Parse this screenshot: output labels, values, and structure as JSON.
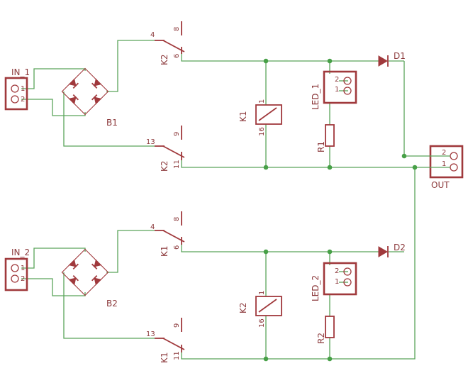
{
  "colors": {
    "wire": "#5aa55a",
    "part": "#a0393c",
    "junction": "#47a047",
    "text": "#8c3a3c",
    "background": "#ffffff"
  },
  "connectors": {
    "in1": {
      "name": "IN_1",
      "pin_top": "1",
      "pin_bottom": "2"
    },
    "in2": {
      "name": "IN_2",
      "pin_top": "1",
      "pin_bottom": "2"
    },
    "out": {
      "name": "OUT",
      "pin_top": "2",
      "pin_bottom": "1"
    }
  },
  "bridges": {
    "b1": "B1",
    "b2": "B2"
  },
  "relay_contacts": {
    "upper_a": {
      "ref": "K2",
      "com": "4",
      "nc": "8",
      "no": "6"
    },
    "upper_b": {
      "ref": "K2",
      "com": "13",
      "nc": "9",
      "no": "11"
    },
    "lower_a": {
      "ref": "K1",
      "com": "4",
      "nc": "8",
      "no": "6"
    },
    "lower_b": {
      "ref": "K1",
      "com": "13",
      "nc": "9",
      "no": "11"
    }
  },
  "relay_coils": {
    "k1": {
      "ref": "K1",
      "pin_top": "1",
      "pin_bottom": "16"
    },
    "k2": {
      "ref": "K2",
      "pin_top": "1",
      "pin_bottom": "16"
    }
  },
  "leds": {
    "led1": {
      "name": "LED_1",
      "pin_top": "2",
      "pin_bottom": "1"
    },
    "led2": {
      "name": "LED_2",
      "pin_top": "2",
      "pin_bottom": "1"
    }
  },
  "resistors": {
    "r1": "R1",
    "r2": "R2"
  },
  "diodes": {
    "d1": "D1",
    "d2": "D2"
  }
}
